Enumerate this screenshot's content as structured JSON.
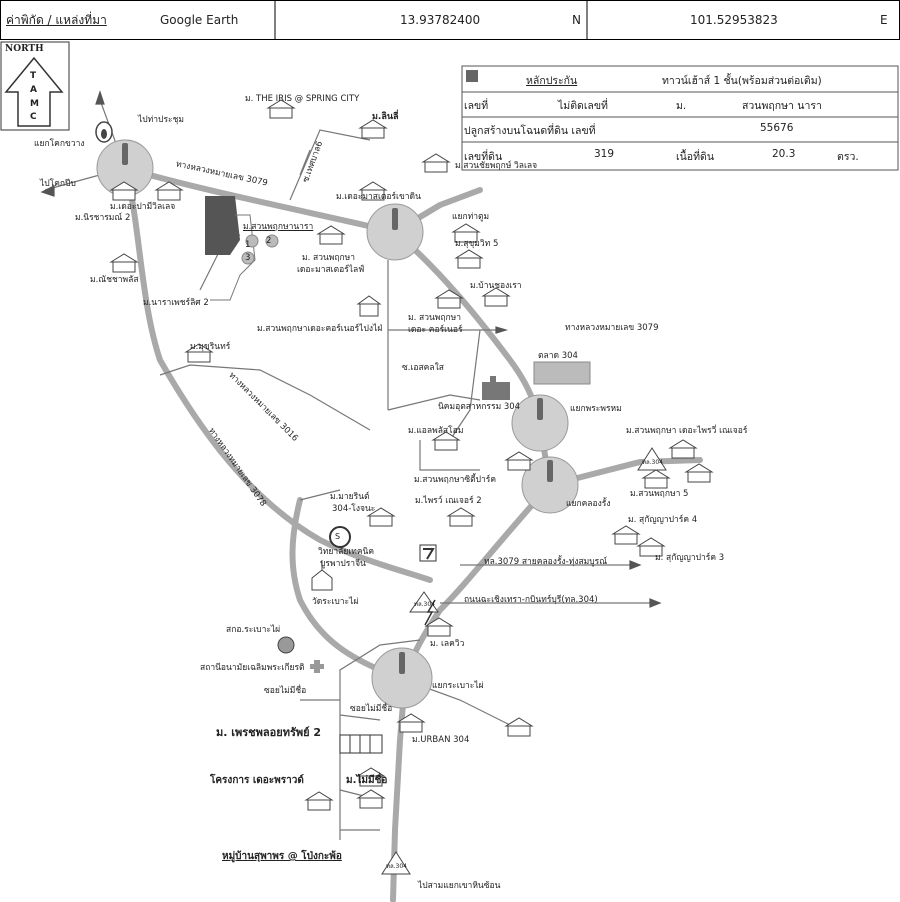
{
  "header": {
    "label": "ค่าพิกัด / แหล่งที่มา",
    "source": "Google Earth",
    "lat": "13.93782400",
    "lat_dir": "N",
    "lon": "101.52953823",
    "lon_dir": "E"
  },
  "north": {
    "word": "NORTH",
    "letters": [
      "T",
      "A",
      "M",
      "C"
    ]
  },
  "info_box": {
    "title": "หลักประกัน",
    "type_label": "ทาวน์เฮ้าส์ 1 ชั้น(พร้อมส่วนต่อเติม)",
    "no_label": "เลขที่",
    "no_value": "ไม่ติดเลขที่",
    "village_prefix": "ม.",
    "village_value": "สวนพฤกษา นารา",
    "deed_label": "ปลูกสร้างบนโฉนดที่ดิน เลขที่",
    "deed_value": "55676",
    "land_no_label": "เลขที่ดิน",
    "land_no_value": "319",
    "area_label": "เนื้อที่ดิน",
    "area_value": "20.3",
    "area_unit": "ตรว."
  },
  "labels": {
    "to_meeting": "ไปท่าประชุม",
    "to_khokpip": "ไปโคกปีบ",
    "jct_khokkhwang": "แยกโคกขวาง",
    "route3079_top": "ทางหลวงหมายเลข 3079",
    "the_iris": "ม. THE IRIS @ SPRING CITY",
    "m_linlee": "ม.ลินลี่",
    "soi_thesaboom": "ซ.เทศบาล6",
    "suan_2": "ม.สวนชัยพฤกษ์ วิลเลจ",
    "dejapamee": "ม.เดอะปามีวิลเลจ",
    "nirun2": "ม.นิรชารมณ์ 2",
    "natcha": "ม.ณัชชาพลัส",
    "naraphet2": "ม.นาราเพชร์ลิศ 2",
    "master_khaodin": "ม.เดอะมาสเตอร์เขาดิน",
    "jct_thasum": "แยกท่าตูม",
    "sukhumvit5": "ม.สุขุมวิท 5",
    "baanshongrao": "ม.บ้านชองเรา",
    "suan_nara": "ม.สวนพฤกษานารา",
    "suan_master_a": "ม. สวนพฤกษา",
    "suan_master_b": "เดอะมาสเตอร์ไลฟ์",
    "suan_cornor_a": "ม. สวนพฤกษา",
    "suan_cornor_b": "เดอะ คอร์เนอร์",
    "suan_cornerline": "ม.สวนพฤกษาเดอะคอร์เนอร์ไปงไฝ่",
    "route3079_mid": "ทางหลวงหมายเลข 3079",
    "market304": "ตลาด 304",
    "m_maprin": "ม.มุขรินทร์",
    "route3016": "ทางหลวงหมายเลข 3016",
    "route3078": "ทางหลวงหมายเลข 3078",
    "soi_ess": "ซ.เอสคลใส",
    "nikom304": "นิคมอุตสาหกรรม 304",
    "jct_phrap": "แยกพระพรหม",
    "suan_privilege": "ม.สวนพฤกษา เดอะไพรวี่ เณเจอร์",
    "m_ale": "ม.แอลพลัสโฮม",
    "suan_city": "ม.สวนพฤกษาซิตี้ปาร์ค",
    "m_private2": "ม.ไพรว์ เณเจอร์ 2",
    "m_mayrin_a": "ม.มายรินต์",
    "m_mayrin_b": "304-โงจนะ",
    "jct_khlong": "แยกคลองรั้ง",
    "suan5": "ม.สวนพฤกษา 5",
    "sukunya4": "ม. สุกัญญาปาร์ค 4",
    "sukunya3": "ม. สุกัญญาปาร์ค 3",
    "college_a": "วิทยาลัยเทคนิค",
    "college_b": "บูรพาปราจีน",
    "route_tl3079": "ทล.3079 สายคลองรั้ง-ทุ่งสมบูรณ์",
    "route_chach": "ถนนฉะเชิงเทรา-กบินทร์บุรี(ทล.304)",
    "wat": "วัดระเบาะไผ่",
    "school": "สกอ.ระเบาะไผ่",
    "health": "สถานีอนามัยเฉลิมพระเกียรติ",
    "m_lakeview": "ม. เลควิว",
    "jct_rabao": "แยกระเบาะไผ่",
    "soi_noname1": "ซอยไม่มีชื่อ",
    "soi_noname2": "ซอยไม่มีชื่อ",
    "m_phet": "ม. เพรชพลอยทรัพย์ 2",
    "m_urban": "ม.URBAN 304",
    "project_palace": "โครงการ เดอะพราวด์",
    "m_noname": "ม.ไม่มีชื่อ",
    "village_supaporn": "หมู่บ้านสุพาพร @ โป่งกะพ้อ",
    "to_hinson": "ไปสามแยกเขาหินซ้อน",
    "sign_304": "ทล.304",
    "num1": "1",
    "num2": "2",
    "num3": "3",
    "s_logo": "S"
  },
  "colors": {
    "road": "#a9a9a9",
    "circle": "#d0d0d0",
    "plot": "#555555",
    "marker": "#888888"
  }
}
